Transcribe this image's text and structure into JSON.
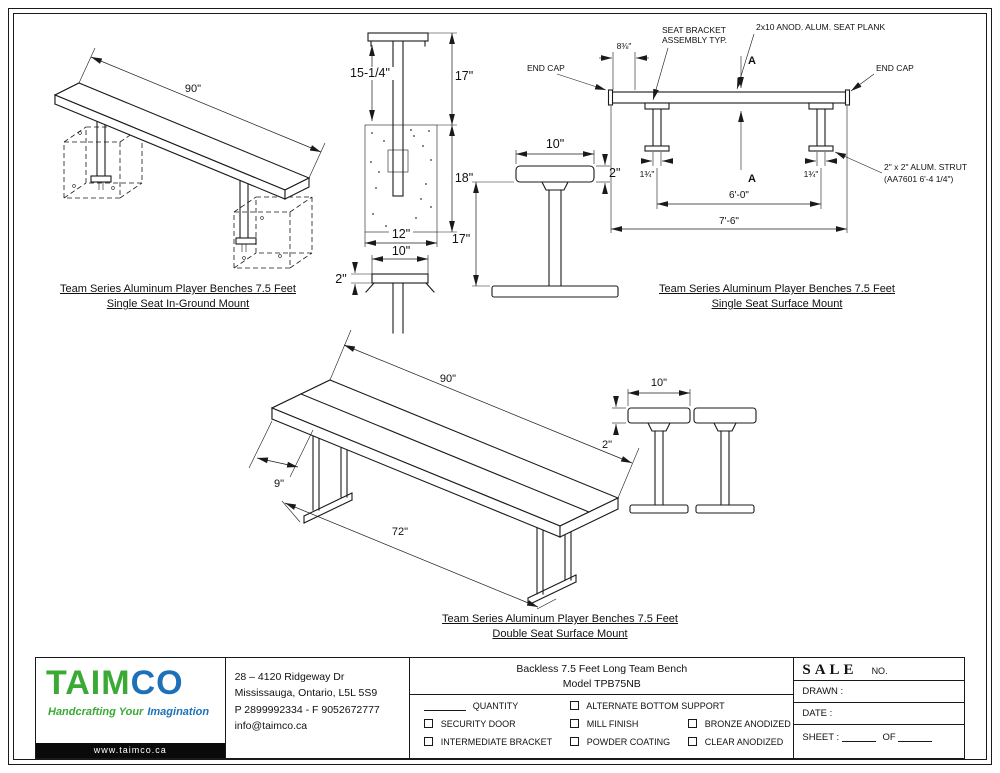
{
  "brand": {
    "logo_part1": "TAIM",
    "logo_part2": "CO",
    "tagline_part1": "Handcrafting Your",
    "tagline_part2": "Imagination",
    "website": "www.taimco.ca",
    "green": "#3aaa35",
    "blue": "#1d71b8"
  },
  "address": [
    "28 – 4120 Ridgeway Dr",
    "Mississauga, Ontario, L5L 5S9",
    "P 2899992334 - F 9052672777",
    "info@taimco.ca"
  ],
  "doc": {
    "title_line1": "Backless 7.5 Feet Long Team Bench",
    "title_line2": "Model TPB75NB"
  },
  "options": {
    "quantity": "QUANTITY",
    "alternate_bottom_support": "ALTERNATE BOTTOM SUPPORT",
    "security_door": "SECURITY DOOR",
    "mill_finish": "MILL FINISH",
    "bronze_anodized": "BRONZE ANODIZED",
    "intermediate_bracket": "INTERMEDIATE BRACKET",
    "powder_coating": "POWDER COATING",
    "clear_anodized": "CLEAR ANODIZED"
  },
  "salebox": {
    "sale": "SALE",
    "no": "NO.",
    "drawn": "DRAWN :",
    "date": "DATE :",
    "sheet": "SHEET :",
    "of": "OF"
  },
  "d1": {
    "dim_length": "90\"",
    "title1": "Team Series Aluminum Player Benches 7.5 Feet",
    "title2": "Single Seat In-Ground Mount"
  },
  "d2": {
    "front": {
      "h_seat": "15-1/4\"",
      "h_above": "17\"",
      "h_below": "18\"",
      "w_footing": "12\"",
      "w_bracket": "10\"",
      "t_bracket": "2\""
    },
    "side": {
      "w_seat": "10\"",
      "t_seat": "2\"",
      "h_seat": "17\""
    }
  },
  "d3": {
    "ann_bracket1": "SEAT BRACKET",
    "ann_bracket2": "ASSEMBLY TYP.",
    "ann_plank": "2x10 ANOD. ALUM. SEAT PLANK",
    "ann_endcap_left": "END CAP",
    "ann_endcap_right": "END CAP",
    "ann_strut1": "2\" x 2\" ALUM. STRUT",
    "ann_strut2": "(AA7601 6'-4 1/4\")",
    "dim_overhang": "8⅜\"",
    "dim_strut_left": "1¾\"",
    "dim_strut_right": "1¾\"",
    "dim_span": "6'-0\"",
    "dim_overall": "7'-6\"",
    "section_top": "A",
    "section_bottom": "A",
    "title1": "Team Series Aluminum Player Benches 7.5 Feet",
    "title2": "Single Seat Surface Mount"
  },
  "d4": {
    "dim_length": "90\"",
    "dim_offset": "9\"",
    "dim_base": "72\"",
    "end": {
      "w_seat": "10\"",
      "t_seat": "2\""
    },
    "title1": "Team Series Aluminum Player Benches 7.5 Feet",
    "title2": "Double Seat Surface Mount"
  }
}
